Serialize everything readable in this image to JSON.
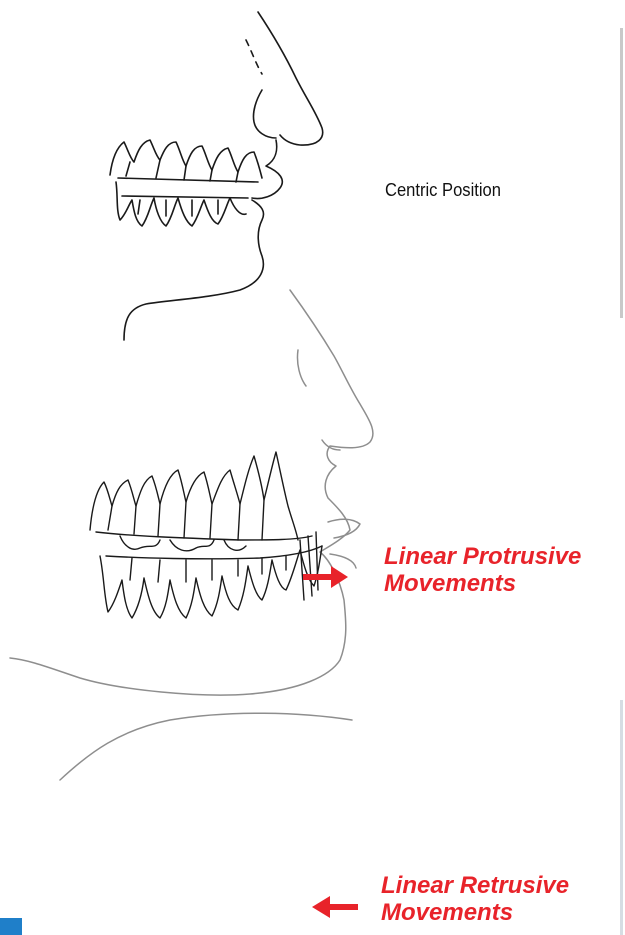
{
  "diagram": {
    "centric_label": "Centric Position",
    "protrusive_label_line1": "Linear Protrusive",
    "protrusive_label_line2": "Movements",
    "retrusive_label_line1": "Linear Retrusive",
    "retrusive_label_line2": "Movements"
  },
  "colors": {
    "accent_red": "#e8232a",
    "line_gray": "#9a9a9a",
    "ink": "#111111",
    "corner_blue": "#1f7fc9"
  },
  "icons": [
    "right-arrow-icon",
    "left-arrow-icon"
  ]
}
